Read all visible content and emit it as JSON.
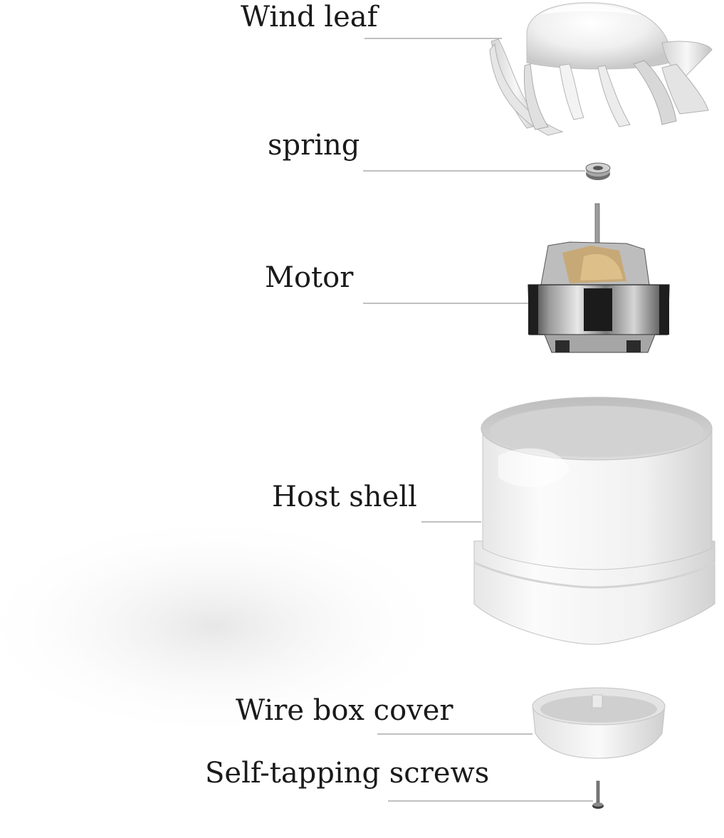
{
  "labels": {
    "wind_leaf": "Wind leaf",
    "spring": "spring",
    "motor": "Motor",
    "host_shell": "Host shell",
    "wire_box_cover": "Wire box cover",
    "self_tapping_screws": "Self-tapping screws"
  },
  "colors": {
    "background": "#ffffff",
    "label_text": "#1a1a1a",
    "leader_line": "#9a9a9a",
    "plastic_white": "#f2f2f2",
    "plastic_shadow": "#c8c8c8",
    "metal_silver": "#b8b8b8",
    "metal_dark": "#3a3a3a",
    "copper": "#c9a66b"
  }
}
